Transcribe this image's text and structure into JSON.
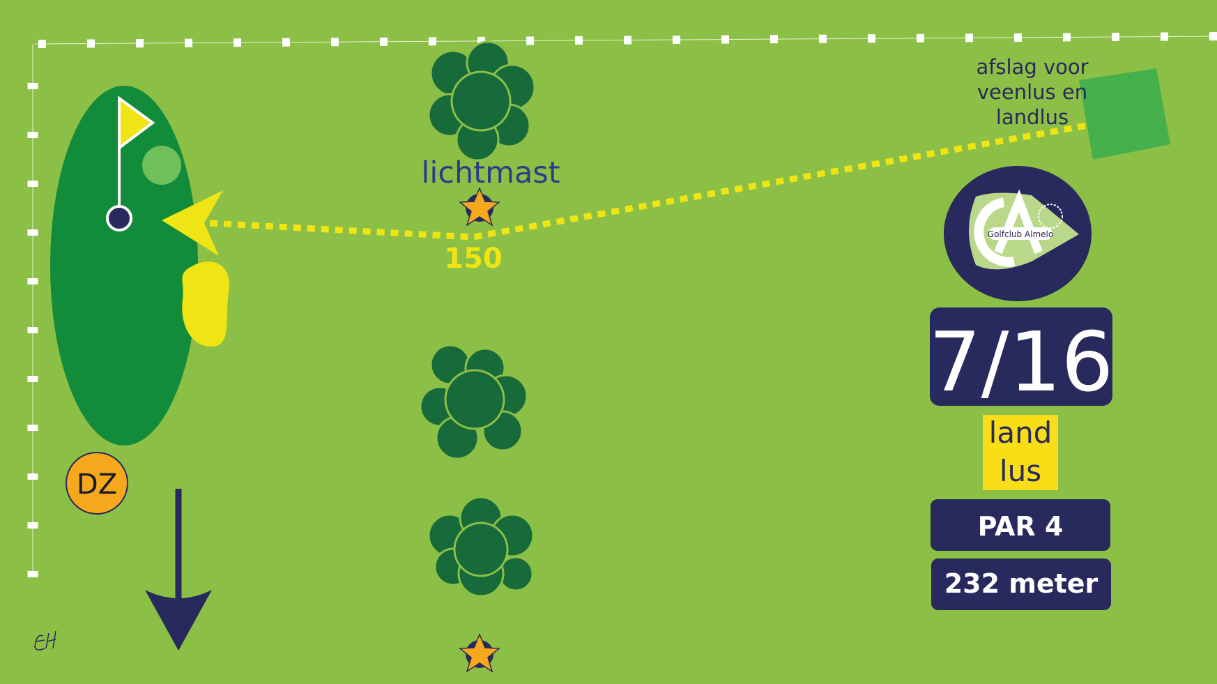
{
  "hole": {
    "number_label": "7/16",
    "loop_line1": "land",
    "loop_line2": "lus",
    "par": "PAR 4",
    "distance": "232 meter"
  },
  "markers": {
    "lichtmast": "lichtmast",
    "distance_150": "150",
    "drop_zone": "DZ"
  },
  "tee_note": {
    "line1": "afslag voor",
    "line2": "veenlus en",
    "line3": "landlus"
  },
  "logo": {
    "text": "Golfclub Almelo",
    "monogram": "GA"
  },
  "signature": "EH",
  "colors": {
    "background": "#8cbf45",
    "green": "#128c3a",
    "tee": "#46b04c",
    "navy": "#28295c",
    "yellow": "#f0e514",
    "orange": "#f6a81c",
    "tree": "#176b3a"
  }
}
